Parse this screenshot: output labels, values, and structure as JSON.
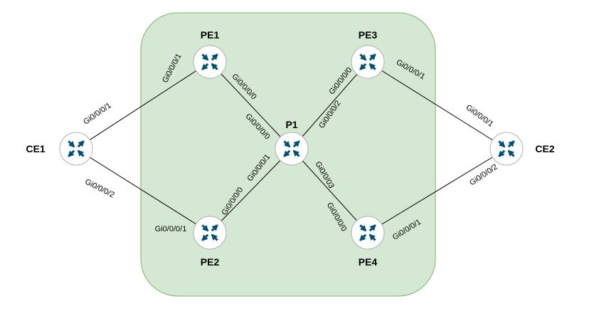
{
  "colors": {
    "region_fill": "#d5e8d4",
    "region_stroke": "#82b366",
    "router_fill": "#ffffff",
    "router_stroke": "#b0b0b0",
    "router_arrow": "#005073"
  },
  "icon": "router-icon",
  "nodes": [
    {
      "id": "CE1",
      "label": "CE1"
    },
    {
      "id": "PE1",
      "label": "PE1"
    },
    {
      "id": "PE2",
      "label": "PE2"
    },
    {
      "id": "P1",
      "label": "P1"
    },
    {
      "id": "PE3",
      "label": "PE3"
    },
    {
      "id": "PE4",
      "label": "PE4"
    },
    {
      "id": "CE2",
      "label": "CE2"
    }
  ],
  "links": [
    {
      "from": "CE1",
      "to": "PE1",
      "from_port": "Gi0/0/0/1",
      "to_port": "Gi0/0/0/1"
    },
    {
      "from": "CE1",
      "to": "PE2",
      "from_port": "Gi0/0/0/2",
      "to_port": "Gi0/0/0/1"
    },
    {
      "from": "PE1",
      "to": "P1",
      "from_port": "Gi0/0/0/0",
      "to_port": "Gi0/0/0/0"
    },
    {
      "from": "PE2",
      "to": "P1",
      "from_port": "Gi0/0/0/0",
      "to_port": "Gi0/0/0/1"
    },
    {
      "from": "PE3",
      "to": "P1",
      "from_port": "Gi0/0/0/0",
      "to_port": "Gi0/0/0/2"
    },
    {
      "from": "PE4",
      "to": "P1",
      "from_port": "Gi0/0/0/0",
      "to_port": "Gi0/0/03"
    },
    {
      "from": "PE3",
      "to": "CE2",
      "from_port": "Gi0/0/0/1",
      "to_port": "Gi0/0/0/1"
    },
    {
      "from": "PE4",
      "to": "CE2",
      "from_port": "Gi0/0/0/1",
      "to_port": "Gi0/0/0/2"
    }
  ]
}
